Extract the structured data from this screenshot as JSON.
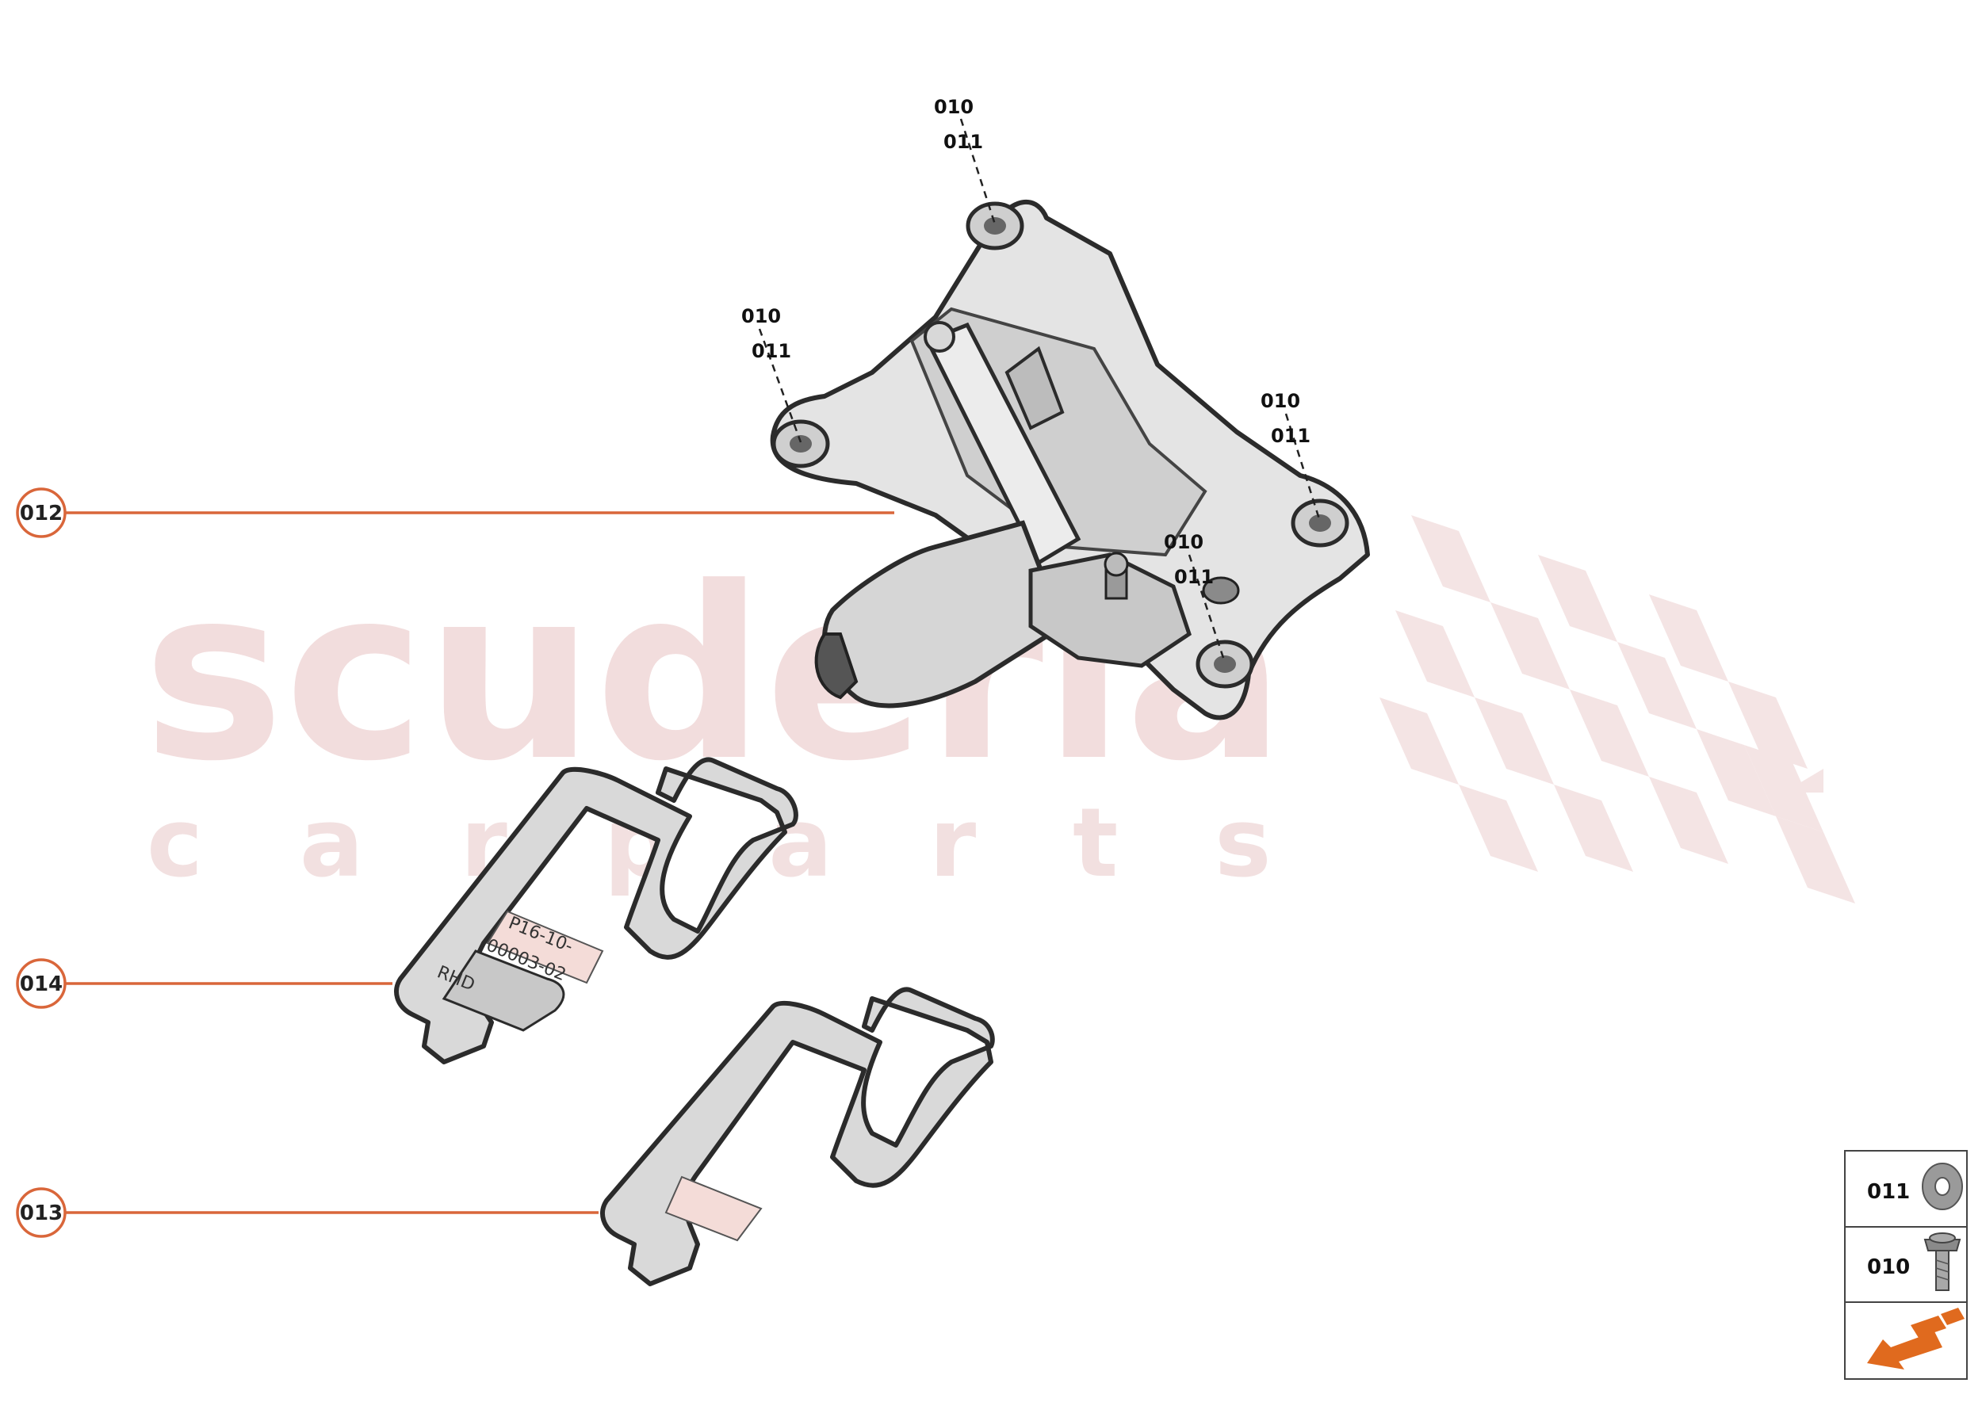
{
  "watermark": {
    "brand": "scuderia",
    "sub": "c a r  p a r t s"
  },
  "callouts": [
    {
      "id": "012",
      "label": "012"
    },
    {
      "id": "014",
      "label": "014"
    },
    {
      "id": "013",
      "label": "013"
    }
  ],
  "fastener_refs": [
    {
      "top": "010",
      "bottom": "011"
    },
    {
      "top": "010",
      "bottom": "011"
    },
    {
      "top": "010",
      "bottom": "011"
    },
    {
      "top": "010",
      "bottom": "011"
    }
  ],
  "clip_014": {
    "part_number_line1": "P16-10-",
    "part_number_line2": "00003-02",
    "side": "RHD"
  },
  "legend": {
    "rows": [
      {
        "label": "011",
        "icon": "washer-icon"
      },
      {
        "label": "010",
        "icon": "bolt-icon"
      },
      {
        "label": "",
        "icon": "front-direction-arrow-icon"
      }
    ]
  },
  "colors": {
    "callout_accent": "#d9663a",
    "watermark": "#f2dddd",
    "arrow_orange": "#e06a1e"
  }
}
